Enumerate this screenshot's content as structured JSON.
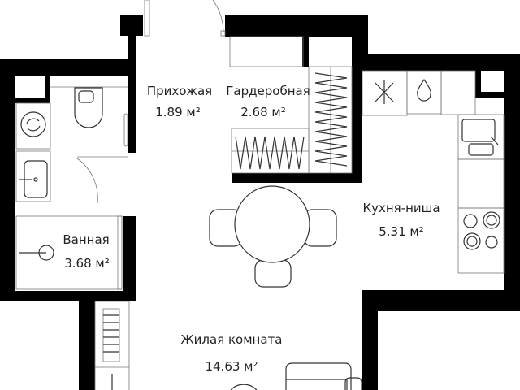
{
  "plan": {
    "rooms": [
      {
        "id": "hallway",
        "name": "Прихожая",
        "area": "1.89 м²"
      },
      {
        "id": "wardrobe",
        "name": "Гардеробная",
        "area": "2.68 м²"
      },
      {
        "id": "kitchen",
        "name": "Кухня-ниша",
        "area": "5.31 м²"
      },
      {
        "id": "bathroom",
        "name": "Ванная",
        "area": "3.68 м²"
      },
      {
        "id": "living",
        "name": "Жилая комната",
        "area": "14.63 м²"
      }
    ],
    "colors": {
      "wall": "#000000",
      "background": "#ffffff",
      "lines": "#333333"
    }
  }
}
